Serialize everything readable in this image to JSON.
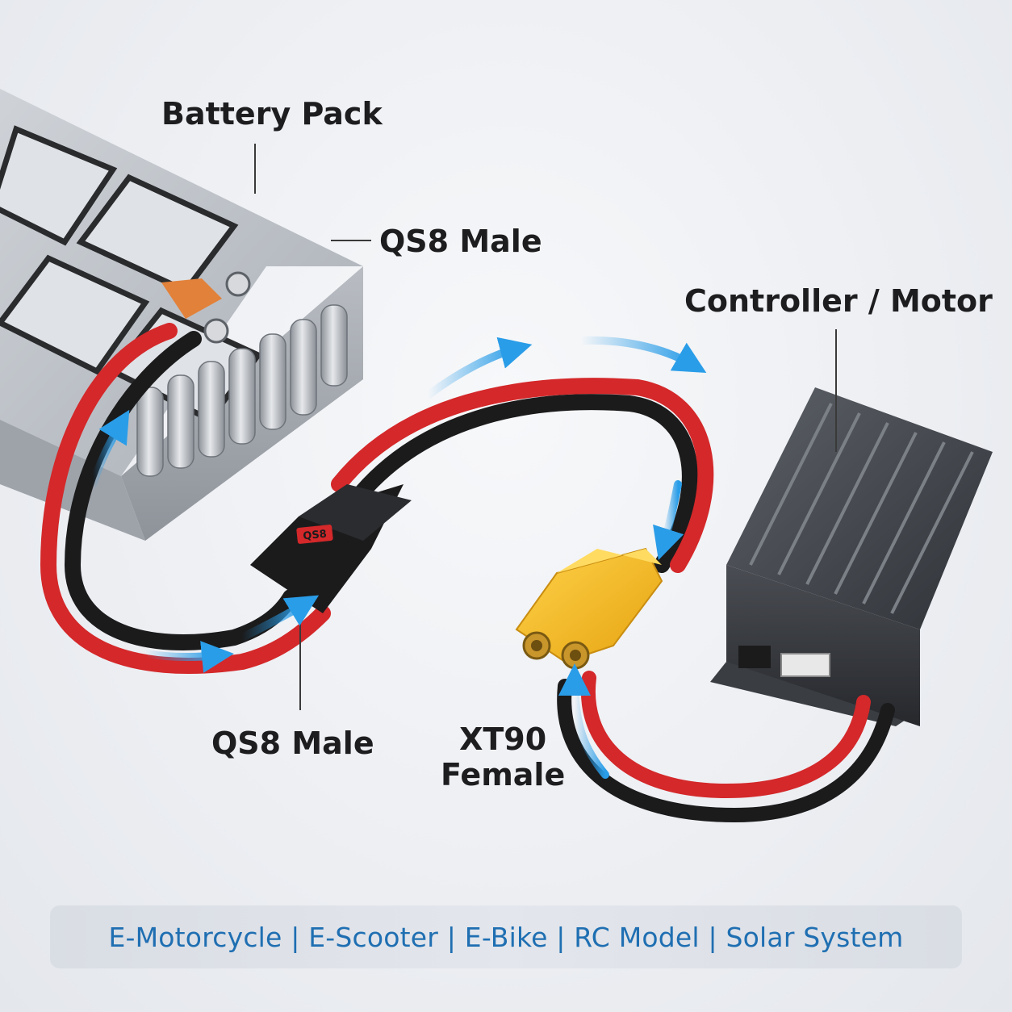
{
  "labels": {
    "battery_pack": "Battery Pack",
    "qs8_male_top": "QS8 Male",
    "controller_motor": "Controller / Motor",
    "qs8_male_bottom": "QS8 Male",
    "xt90_line1": "XT90",
    "xt90_line2": "Female"
  },
  "connector_marking": "QS8",
  "usage_bar": {
    "text": "E-Motorcycle | E-Scooter | E-Bike | RC Model | Solar System"
  },
  "colors": {
    "red_cable": "#d4282a",
    "black_cable": "#1b1b1c",
    "xt90_yellow": "#f4b41c",
    "flow_arrow": "#2a9de8",
    "usage_text": "#1f6fb2"
  }
}
